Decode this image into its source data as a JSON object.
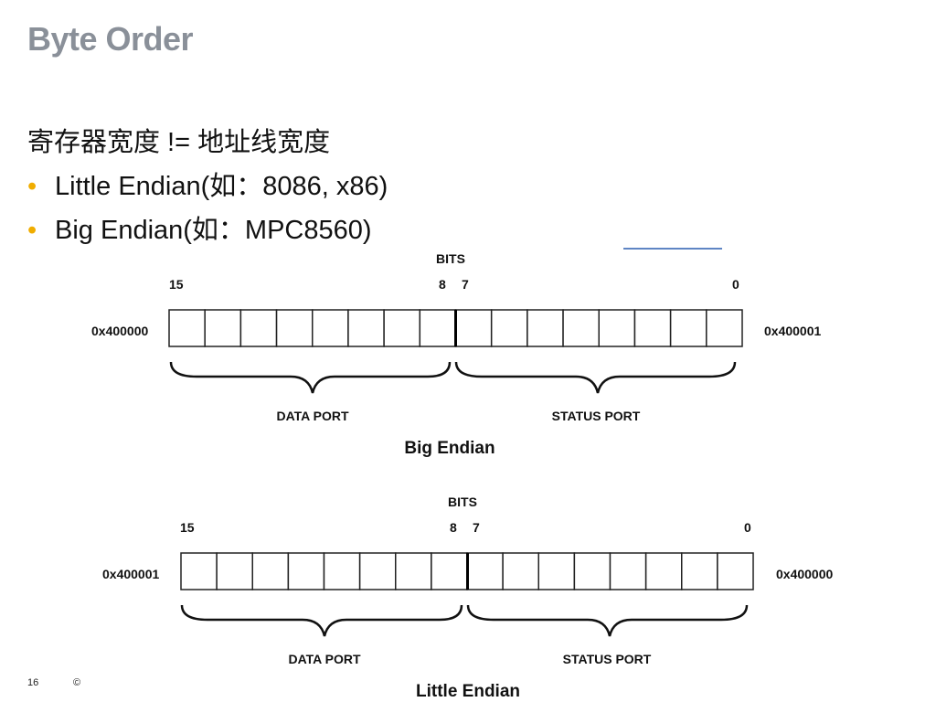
{
  "slide": {
    "title": "Byte Order",
    "intro": "寄存器宽度 != 地址线宽度",
    "bullets": [
      {
        "marker": "•",
        "text": "Little Endian(如：8086, x86)"
      },
      {
        "marker": "•",
        "text": "Big Endian(如：MPC8560)"
      }
    ],
    "accent_color": "#f0ad00",
    "title_color": "#8a9099"
  },
  "diagrams": {
    "big_endian": {
      "bits_label": "BITS",
      "bit_15": "15",
      "bit_8": "8",
      "bit_7": "7",
      "bit_0": "0",
      "left_address": "0x400000",
      "right_address": "0x400001",
      "left_port": "DATA  PORT",
      "right_port": "STATUS PORT",
      "caption": "Big Endian"
    },
    "little_endian": {
      "bits_label": "BITS",
      "bit_15": "15",
      "bit_8": "8",
      "bit_7": "7",
      "bit_0": "0",
      "left_address": "0x400001",
      "right_address": "0x400000",
      "left_port": "DATA  PORT",
      "right_port": "STATUS PORT",
      "caption": "Little Endian"
    }
  },
  "footer": {
    "page_number": "16",
    "copyright": "©"
  }
}
